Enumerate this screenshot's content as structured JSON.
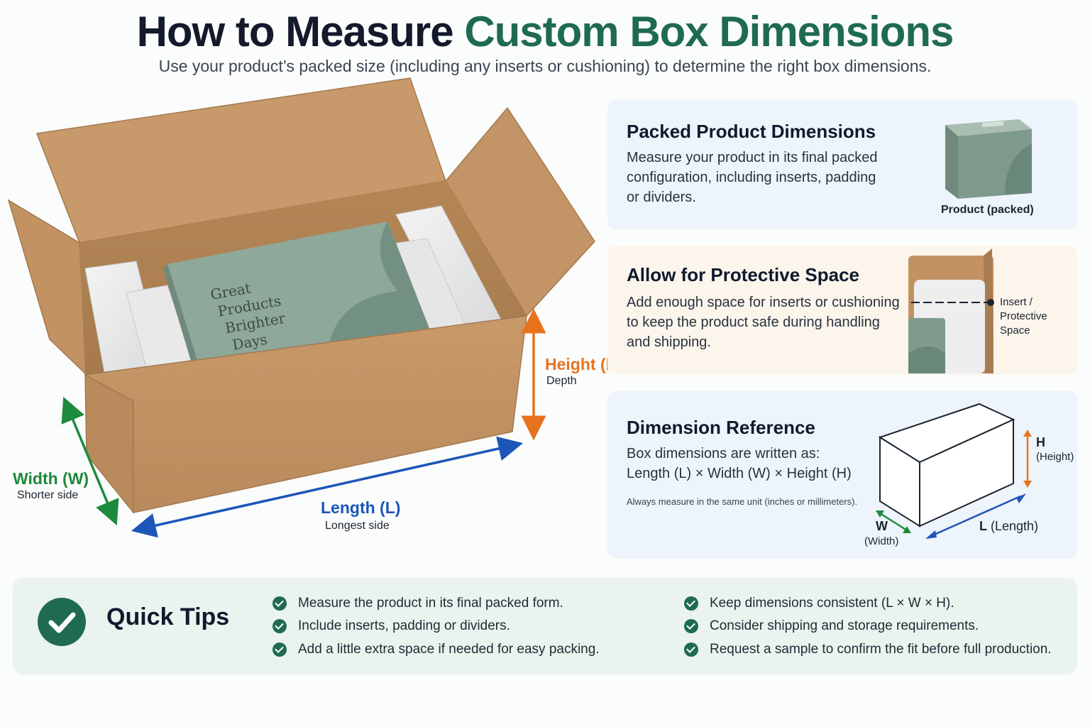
{
  "header": {
    "title_main": "How to Measure",
    "title_accent": "Custom Box Dimensions",
    "subtitle": "Use your product’s packed size (including any inserts or cushioning) to determine the right box dimensions."
  },
  "illustration": {
    "product_text": [
      "Great",
      "Products",
      "Brighter",
      "Days"
    ],
    "height_label": "Height (H)",
    "height_sub": "Depth",
    "width_label": "Width (W)",
    "width_sub": "Shorter side",
    "length_label": "Length (L)",
    "length_sub": "Longest side"
  },
  "cards": {
    "packed": {
      "title": "Packed Product Dimensions",
      "body": [
        "Measure your product in its final packed",
        "configuration, including inserts, padding",
        "or dividers."
      ],
      "image_caption": "Product (packed)"
    },
    "protective": {
      "title": "Allow for Protective Space",
      "body": [
        "Add enough space for inserts or cushioning",
        "to keep the product safe during handling",
        "and shipping."
      ],
      "callout_line1": "Insert /",
      "callout_line2": "Protective Space"
    },
    "reference": {
      "title": "Dimension Reference",
      "body": [
        "Box dimensions are written as:",
        "Length (L) × Width (W) × Height (H)"
      ],
      "note": "Always measure in the same unit (inches or millimeters).",
      "h_letter": "H",
      "h_word": "(Height)",
      "w_letter": "W",
      "w_word": "(Width)",
      "l_letter": "L",
      "l_word": "(Length)"
    }
  },
  "quick_tips": {
    "title": "Quick Tips",
    "left": [
      "Measure the product in its final packed form.",
      "Include inserts, padding or dividers.",
      "Add a little extra space if needed for easy packing."
    ],
    "right": [
      "Keep dimensions consistent (L × W × H).",
      "Consider shipping and storage requirements.",
      "Request a sample to confirm the fit before full production."
    ]
  },
  "colors": {
    "accent_green": "#1f6b52",
    "height_orange": "#e8731f",
    "width_green": "#1d8a3c",
    "length_blue": "#1d55b8",
    "kraft": "#c99a67",
    "product_sage": "#8ea89a"
  }
}
